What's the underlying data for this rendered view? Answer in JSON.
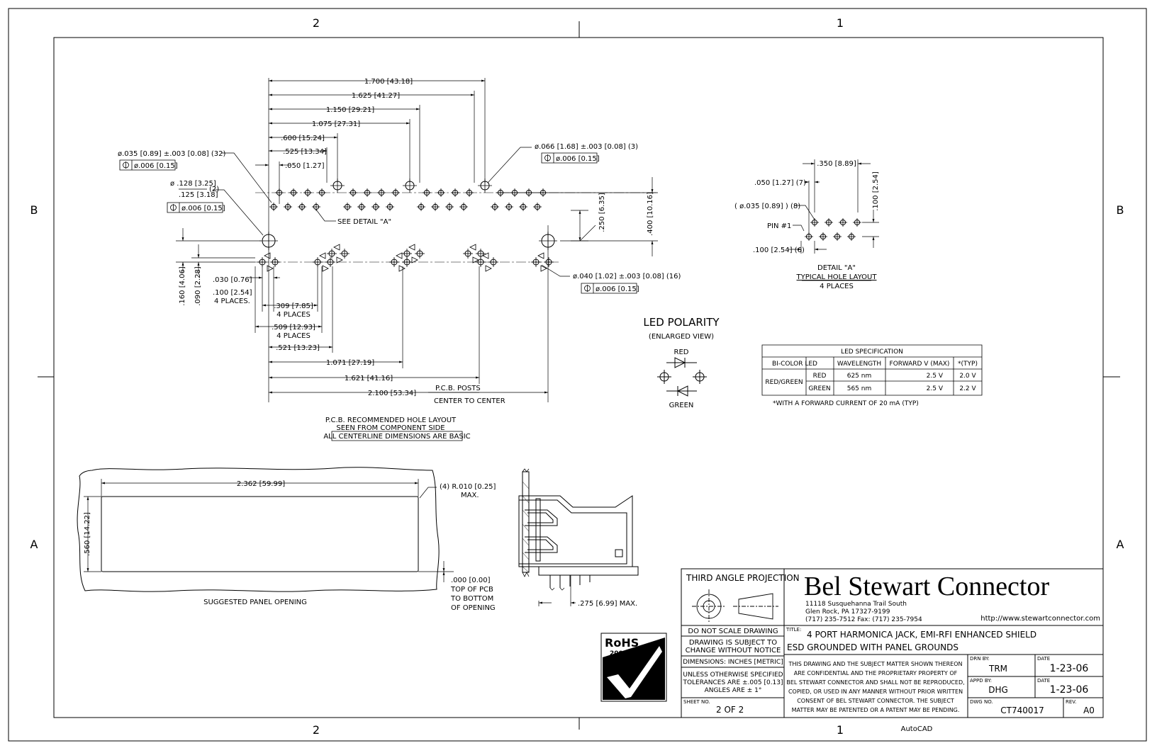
{
  "border": {
    "zones_top": [
      "2",
      "1"
    ],
    "zones_bottom": [
      "2",
      "1"
    ],
    "zones_left": [
      "B",
      "A"
    ],
    "zones_right": [
      "B",
      "A"
    ],
    "software": "AutoCAD"
  },
  "pcb_layout": {
    "dims_top": [
      "1.700 [43.18]",
      "1.625 [41.27]",
      "1.150 [29.21]",
      "1.075 [27.31]",
      ".600 [15.24]",
      ".525 [13.34]",
      ".050 [1.27]"
    ],
    "hole_032": "ø.035 [0.89] ±.003 [0.08] (32)",
    "tol_032": "ø.006 [0.15]",
    "hole_2_upper": "ø .128 [3.25]",
    "hole_2_lower": ".125 [3.18]",
    "hole_2_count": "(2)",
    "tol_2": "ø.006 [0.15]",
    "hole_3": "ø.066 [1.68] ±.003 [0.08] (3)",
    "tol_3": "ø.006 [0.15]",
    "see_detail": "SEE DETAIL \"A\"",
    "dim_250": ".250 [6.35]",
    "dim_400": ".400 [10.16]",
    "hole_16": "ø.040 [1.02] ±.003 [0.08] (16)",
    "tol_16": "ø.006 [0.15]",
    "dim_160": ".160 [4.06]",
    "dim_090": ".090 [2.28]",
    "dim_030": ".030 [0.76]",
    "dim_100": ".100 [2.54]",
    "places_4_a": "4 PLACES.",
    "dim_309": ".309 [7.85]",
    "places_4_b": "4 PLACES",
    "dim_509": ".509 [12.93]",
    "places_4_c": "4 PLACES",
    "dim_521": ".521 [13.23]",
    "dim_1071": "1.071 [27.19]",
    "dim_1621": "1.621 [41.16]",
    "dim_2100": "2.100 [53.34]",
    "posts_1": "P.C.B. POSTS",
    "posts_2": "CENTER TO CENTER",
    "caption_1": "P.C.B. RECOMMENDED HOLE LAYOUT",
    "caption_2": "SEEN FROM COMPONENT SIDE",
    "caption_3": "ALL CENTERLINE DIMENSIONS ARE BASIC"
  },
  "detail_a": {
    "dim_350": ".350 [8.89]",
    "dim_050": ".050 [1.27] (7)",
    "dim_100_v": ".100 [2.54]",
    "hole": "( ø.035 [0.89] ) (8)",
    "pin": "PIN #1",
    "dim_100_h": ".100 [2.54] (6)",
    "title": "DETAIL \"A\"",
    "subtitle": "TYPICAL HOLE LAYOUT",
    "places": "4 PLACES"
  },
  "led_polarity": {
    "title": "LED POLARITY",
    "subtitle": "(ENLARGED VIEW)",
    "red": "RED",
    "green": "GREEN"
  },
  "led_spec": {
    "title": "LED SPECIFICATION",
    "headers": [
      "BI-COLOR LED",
      "WAVELENGTH",
      "FORWARD V (MAX)",
      "*(TYP)"
    ],
    "group": "RED/GREEN",
    "rows": [
      {
        "color": "RED",
        "wavelength": "625 nm",
        "vmax": "2.5 V",
        "vtyp": "2.0 V"
      },
      {
        "color": "GREEN",
        "wavelength": "565 nm",
        "vmax": "2.5 V",
        "vtyp": "2.2 V"
      }
    ],
    "note": "*WITH A FORWARD CURRENT OF 20 mA (TYP)"
  },
  "panel": {
    "dim_width": "2.362 [59.99]",
    "dim_radius_1": "(4) R.010 [0.25]",
    "dim_radius_2": "MAX.",
    "dim_height": ".560 [14.22]",
    "dim_000_1": ".000 [0.00]",
    "dim_000_2": "TOP OF PCB",
    "dim_000_3": "TO BOTTOM",
    "dim_000_4": "OF OPENING",
    "caption": "SUGGESTED PANEL OPENING"
  },
  "side_view": {
    "dim_275": ".275 [6.99] MAX."
  },
  "rohs": {
    "label": "RoHS",
    "directive": "2002/95/EC"
  },
  "title_block": {
    "projection": "THIRD ANGLE PROJECTION",
    "company": "Bel Stewart Connector",
    "address_1": "11118 Susquehanna Trail South",
    "address_2": "Glen Rock, PA  17327-9199",
    "phone": "(717) 235-7512  Fax: (717) 235-7954",
    "url": "http://www.stewartconnector.com",
    "do_not_scale": "DO NOT SCALE DRAWING",
    "subject_1": "DRAWING IS SUBJECT TO",
    "subject_2": "CHANGE WITHOUT NOTICE",
    "dimensions": "DIMENSIONS: INCHES [METRIC]",
    "tol_1": "UNLESS OTHERWISE SPECIFIED",
    "tol_2": "TOLERANCES ARE ±.005 [0.13]",
    "tol_3": "ANGLES ARE ± 1°",
    "sheet_label": "SHEET NO.",
    "sheet": "2 OF 2",
    "title_label": "TITLE:",
    "title_1": "4 PORT HARMONICA JACK, EMI-RFI ENHANCED SHIELD",
    "title_2": "ESD GROUNDED WITH PANEL GROUNDS",
    "conf_1": "THIS DRAWING AND THE SUBJECT MATTER SHOWN THEREON",
    "conf_2": "ARE CONFIDENTIAL AND THE PROPRIETARY PROPERTY OF",
    "conf_3": "BEL STEWART CONNECTOR AND SHALL NOT BE REPRODUCED,",
    "conf_4": "COPIED, OR USED IN ANY MANNER WITHOUT PRIOR WRITTEN",
    "conf_5": "CONSENT OF BEL STEWART CONNECTOR.  THE SUBJECT",
    "conf_6": "MATTER MAY BE PATENTED OR A PATENT MAY BE PENDING.",
    "drn_label": "DRN BY:",
    "drn": "TRM",
    "date_label_1": "DATE",
    "date_1": "1-23-06",
    "appd_label": "APPD BY:",
    "appd": "DHG",
    "date_label_2": "DATE",
    "date_2": "1-23-06",
    "dwg_label": "DWG NO.",
    "dwg": "CT740017",
    "rev_label": "REV.",
    "rev": "A0"
  }
}
